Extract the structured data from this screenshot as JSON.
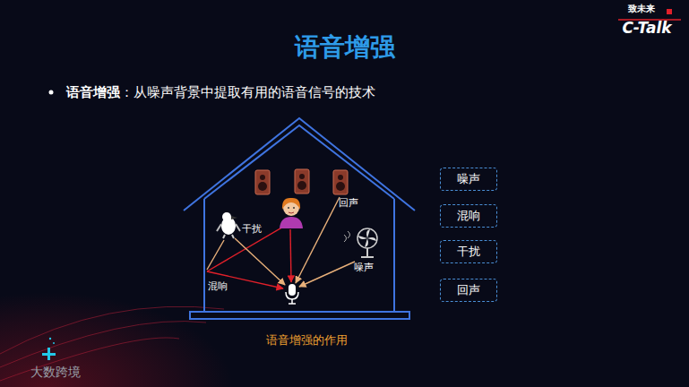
{
  "diagram": {
    "title": "语音增强",
    "caption": "语音增强的作用",
    "nodes": [
      {
        "text": [
          "噪声"
        ]
      },
      {
        "text": [
          "混响"
        ]
      },
      {
        "text": [
          "干扰"
        ]
      },
      {
        "text": [
          "回声"
        ]
      }
    ],
    "labels": [
      "语音增强",
      "：从噪声背景中提取有用的语音信号的技术",
      "干扰",
      "回声",
      "噪声",
      "混响",
      "致未来",
      "C-Talk",
      "大数跨境"
    ]
  }
}
